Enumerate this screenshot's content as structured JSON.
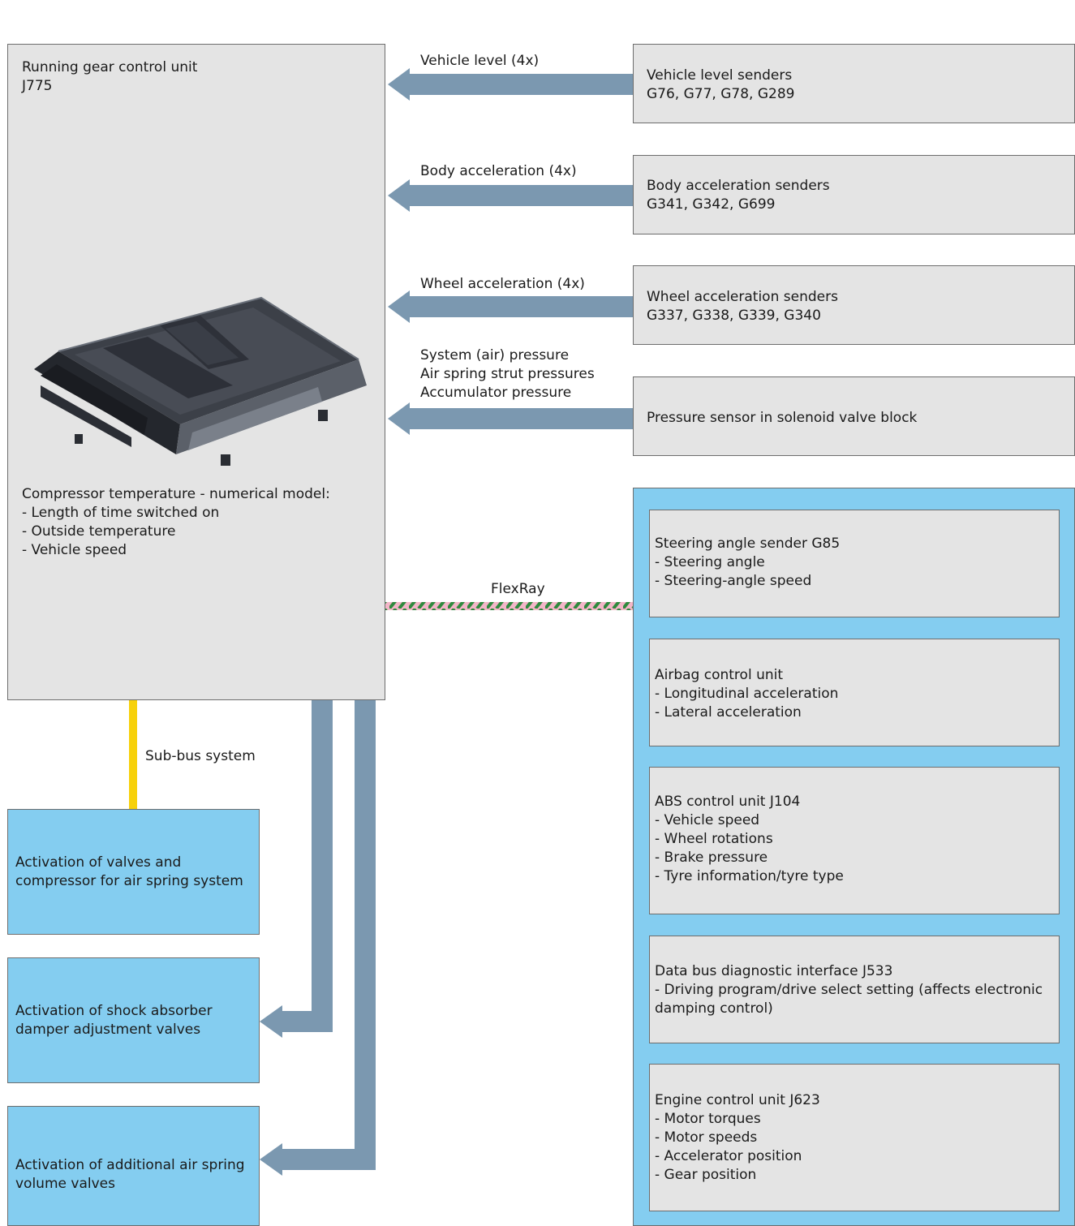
{
  "control_unit": {
    "title": "Running gear control unit\nJ775",
    "model_text": "Compressor temperature - numerical model:\n- Length of time switched on\n- Outside temperature\n- Vehicle speed"
  },
  "inputs": [
    {
      "label": "Vehicle level (4x)",
      "sender": "Vehicle level senders\nG76, G77, G78, G289"
    },
    {
      "label": "Body acceleration (4x)",
      "sender": "Body acceleration senders\nG341, G342, G699"
    },
    {
      "label": "Wheel acceleration (4x)",
      "sender": "Wheel acceleration senders\nG337, G338, G339, G340"
    },
    {
      "label": "System (air) pressure\nAir spring strut pressures\nAccumulator pressure",
      "sender": "Pressure sensor in solenoid valve block"
    }
  ],
  "flexray_label": "FlexRay",
  "flexray_units": [
    "Steering angle sender G85\n- Steering angle\n- Steering-angle speed",
    "Airbag control unit\n- Longitudinal acceleration\n- Lateral acceleration",
    "ABS control unit J104\n- Vehicle speed\n- Wheel rotations\n- Brake pressure\n- Tyre information/tyre type",
    "Data bus diagnostic interface J533\n- Driving program/drive select setting (affects electronic\ndamping control)",
    "Engine control unit J623\n- Motor torques\n- Motor speeds\n- Accelerator position\n- Gear position"
  ],
  "sub_bus_label": "Sub-bus system",
  "outputs": [
    "Activation of valves and\ncompressor for air spring system",
    "Activation of shock absorber\ndamper adjustment valves",
    "Activation of additional air spring\nvolume valves"
  ],
  "colors": {
    "box_gray": "#e4e4e4",
    "box_blue": "#84cdf0",
    "arrow": "#7b98b0",
    "sub_bus": "#f7d10a",
    "flexray_green": "#2f8a3e",
    "flexray_pink": "#f3b6c8"
  },
  "icons": [
    "control-unit-image"
  ]
}
